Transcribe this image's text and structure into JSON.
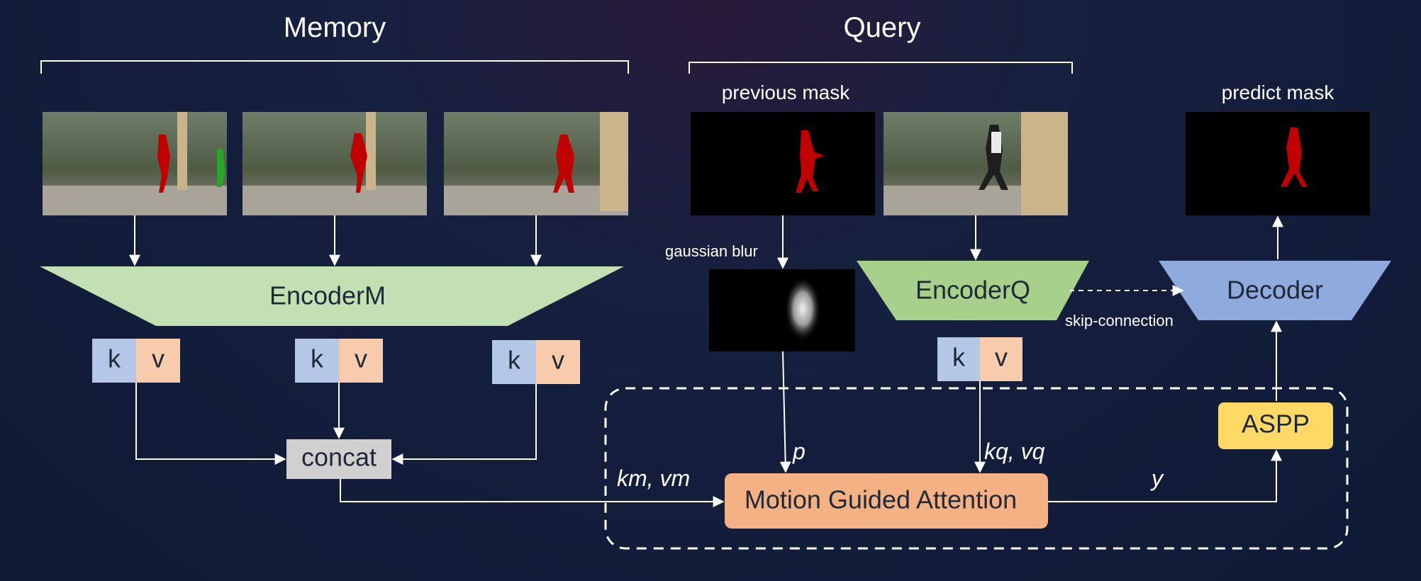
{
  "memory_label": "Memory",
  "query_label": "Query",
  "previous_mask_label": "previous mask",
  "predict_mask_label": "predict mask",
  "gaussian_blur_label": "gaussian blur",
  "encoder_m_label": "EncoderM",
  "encoder_q_label": "EncoderQ",
  "decoder_label": "Decoder",
  "skip_connection_label": "skip-connection",
  "concat_label": "concat",
  "aspp_label": "ASPP",
  "mga_label": "Motion Guided Attention",
  "k_label": "k",
  "v_label": "v",
  "p_label": "p",
  "km_vm_label": "km,  vm",
  "kq_vq_label": "kq,  vq",
  "y_label": "y",
  "colors": {
    "encoder_green": "#c3e0b3",
    "encoder_q_green": "#a7d18b",
    "decoder_blue": "#8faadc",
    "key_blue": "#b4c7e7",
    "value_peach": "#f8cbad",
    "mga_orange": "#f4b183",
    "aspp_yellow": "#ffd966",
    "concat_gray": "#d0d0d0",
    "mask_red": "#c00000"
  }
}
